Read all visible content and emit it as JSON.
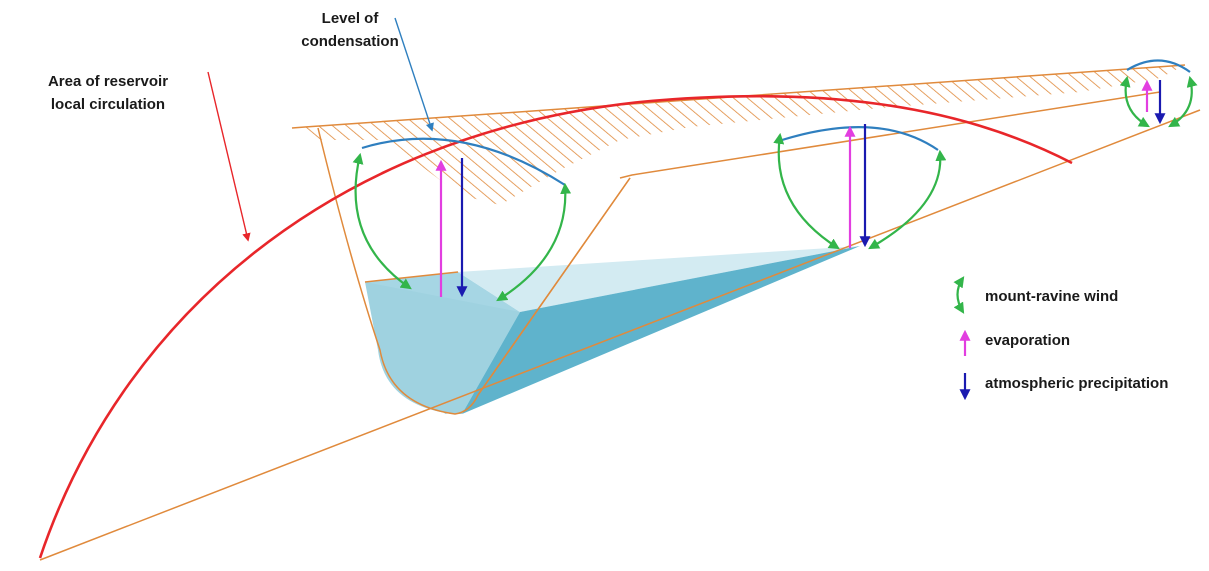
{
  "labels": {
    "area_line1": "Area of reservoir",
    "area_line2": "local circulation",
    "condensation_line1": "Level of",
    "condensation_line2": "condensation"
  },
  "legend": {
    "wind": "mount-ravine wind",
    "evaporation": "evaporation",
    "precipitation": "atmospheric precipitation"
  },
  "colors": {
    "terrain": "#e08a3c",
    "circulation": "#e8262a",
    "condensation": "#2f7fbf",
    "wind": "#33b54a",
    "evaporation": "#e23ee0",
    "precipitation": "#1a1ab0",
    "water_light": "#c9e6ef",
    "water_mid": "#9fd2e0",
    "water_dark": "#5fb3cc"
  }
}
